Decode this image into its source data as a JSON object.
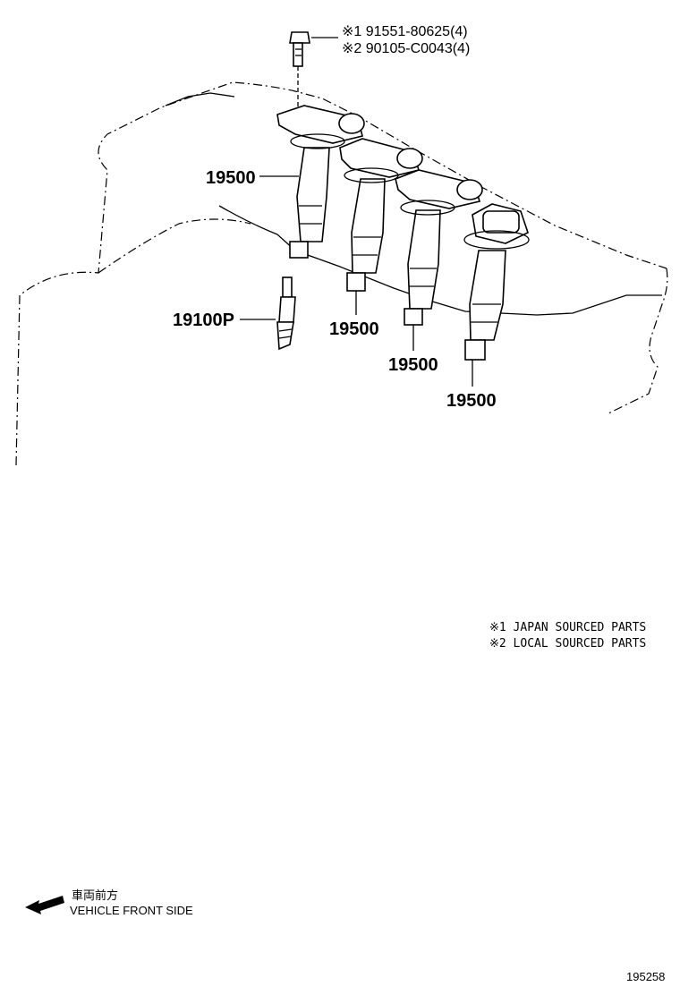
{
  "diagram": {
    "callouts": {
      "coil_1": "19500",
      "coil_2": "19500",
      "coil_3": "19500",
      "coil_4": "19500",
      "spark_plug": "19100P"
    },
    "bolt": {
      "line1": "※1 91551-80625(4)",
      "line2": "※2 90105-C0043(4)"
    },
    "notes": {
      "line1": "※1 JAPAN SOURCED PARTS",
      "line2": "※2 LOCAL SOURCED PARTS"
    },
    "direction": {
      "japanese": "車両前方",
      "english": "VEHICLE FRONT SIDE"
    },
    "figure_id": "195258"
  }
}
